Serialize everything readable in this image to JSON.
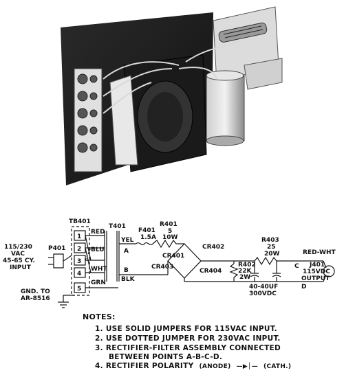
{
  "schematic": {
    "input_label": [
      "115/230",
      "VAC",
      "45-65 CY.",
      "INPUT"
    ],
    "plug": "P401",
    "terminal_block": "TB401",
    "terminals": [
      "1",
      "2",
      "3",
      "4",
      "5"
    ],
    "wire_colors": [
      "RED",
      "BLU",
      "WHT",
      "GRN"
    ],
    "transformer": "T401",
    "secondary": [
      "YEL",
      "A",
      "B",
      "BLK"
    ],
    "fuse": [
      "F401",
      "1.5A"
    ],
    "r401": [
      "R401",
      "5",
      "10W"
    ],
    "diodes": [
      "CR401",
      "CR402",
      "CR403",
      "CR404"
    ],
    "r402": [
      "R402",
      "22K",
      "2W"
    ],
    "r403": [
      "R403",
      "25",
      "20W"
    ],
    "cap": [
      "40-40UF",
      "300VDC"
    ],
    "points": [
      "C",
      "D"
    ],
    "output_wire": "RED-WHT",
    "jack": [
      "J401",
      "115VDC",
      "OUTPUT"
    ],
    "ground": [
      "GND. TO",
      "AR-8516"
    ]
  },
  "notes": {
    "header": "NOTES:",
    "n1": "1. USE SOLID JUMPERS FOR 115VAC INPUT.",
    "n2": "2. USE DOTTED JUMPER FOR 230VAC INPUT.",
    "n3a": "3. RECTIFIER-FILTER ASSEMBLY CONNECTED",
    "n3b": "BETWEEN POINTS A-B-C-D.",
    "n4": "4. RECTIFIER POLARITY",
    "anode": "(ANODE)",
    "cath": "(CATH.)"
  }
}
